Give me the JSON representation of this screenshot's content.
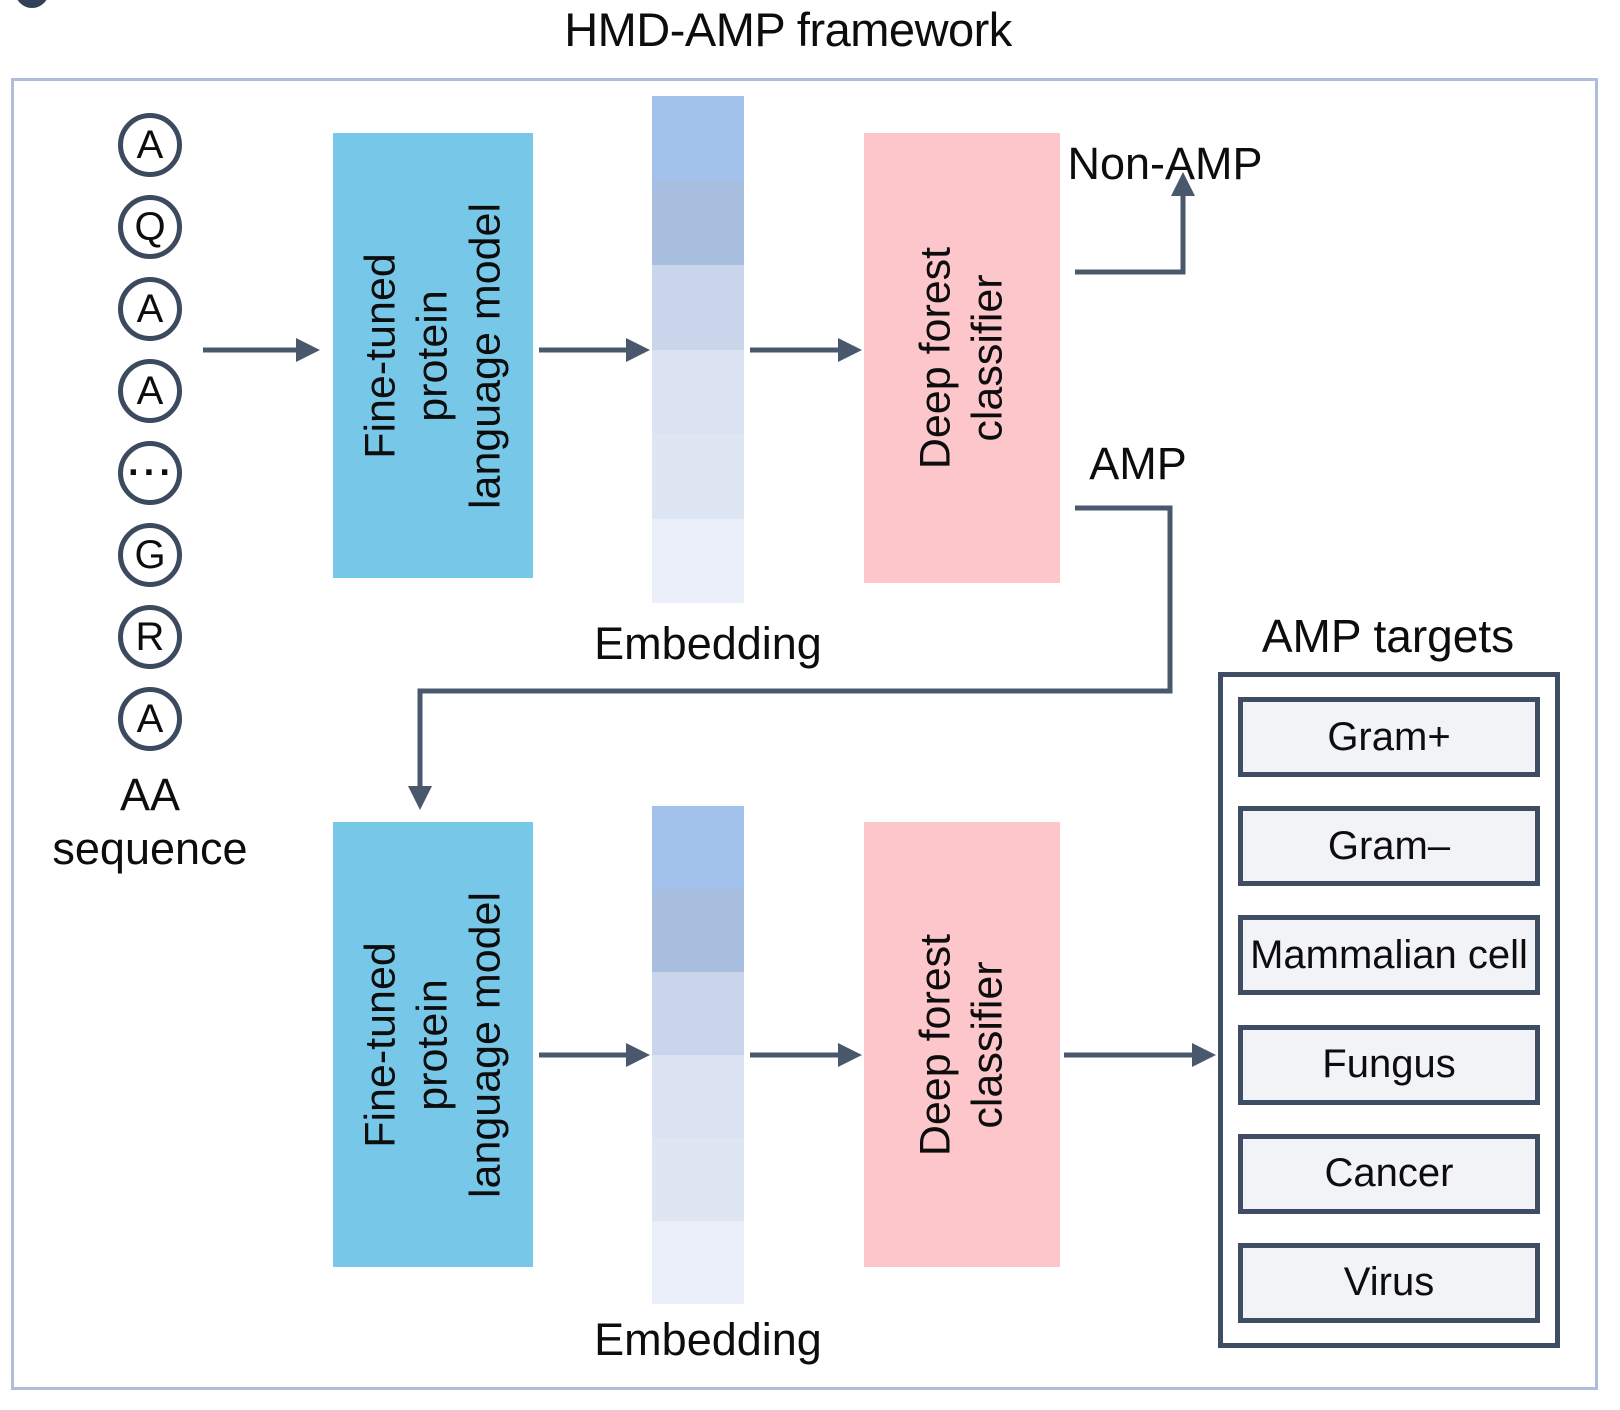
{
  "title": "HMD-AMP framework",
  "colors": {
    "line": "#4a586d",
    "circle-stroke": "#3c4a60",
    "box-border": "#3e4d63",
    "frame-border": "#aebddc",
    "model-box": "#77c7e8",
    "classifier-box": "#fcc6cb",
    "target-fill": "#f1f3f6",
    "text": "#0d0d0d"
  },
  "sequence": {
    "letters": [
      "A",
      "Q",
      "A",
      "A",
      "···",
      "G",
      "R",
      "A"
    ],
    "label": [
      "AA",
      "sequence"
    ]
  },
  "stage1": {
    "model_lines": [
      "Fine-tuned",
      "protein",
      "language model"
    ],
    "embedding_label": "Embedding",
    "classifier_lines": [
      "Deep forest",
      "classifier"
    ],
    "output_negative": "Non-AMP",
    "output_positive": "AMP"
  },
  "stage2": {
    "model_lines": [
      "Fine-tuned",
      "protein",
      "language model"
    ],
    "embedding_label": "Embedding",
    "classifier_lines": [
      "Deep forest",
      "classifier"
    ]
  },
  "embedding_segment_colors": [
    "#a2c2ec",
    "#a7bedf",
    "#c9d5ea",
    "#dbe3f2",
    "#dee6f4",
    "#eaeff9"
  ],
  "targets": {
    "title": "AMP targets",
    "items": [
      "Gram+",
      "Gram–",
      "Mammalian cell",
      "Fungus",
      "Cancer",
      "Virus"
    ]
  }
}
